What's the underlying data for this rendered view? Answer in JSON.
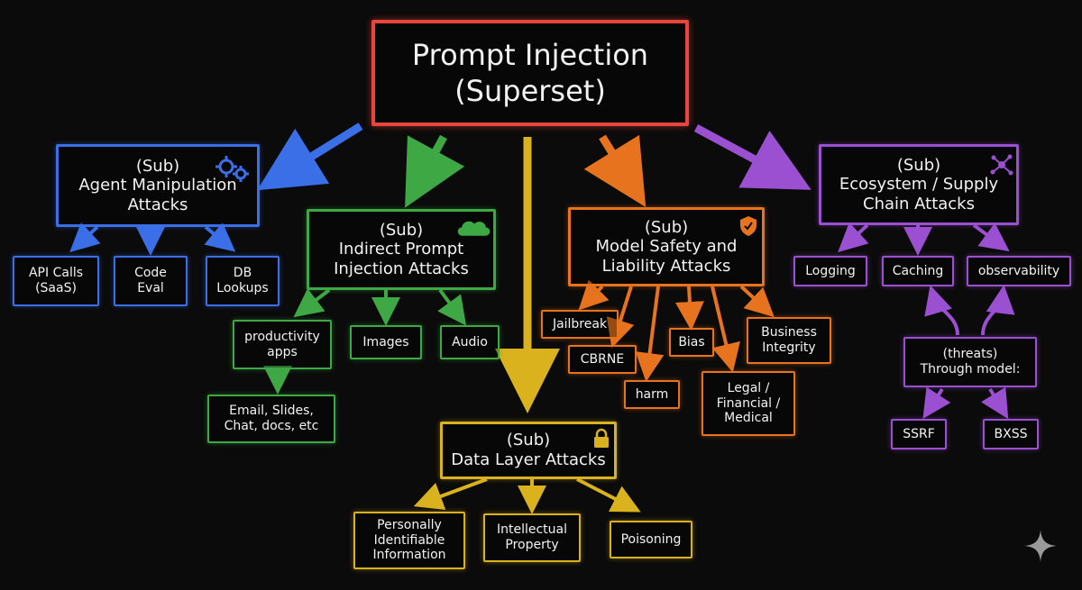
{
  "root": {
    "title_line1": "Prompt Injection",
    "title_line2": "(Superset)"
  },
  "agent": {
    "line1": "(Sub)",
    "line2": "Agent Manipulation",
    "line3": "Attacks",
    "children": [
      {
        "line1": "API Calls",
        "line2": "(SaaS)"
      },
      {
        "line1": "Code",
        "line2": "Eval"
      },
      {
        "line1": "DB",
        "line2": "Lookups"
      }
    ]
  },
  "indirect": {
    "line1": "(Sub)",
    "line2": "Indirect Prompt",
    "line3": "Injection Attacks",
    "productivity": {
      "line1": "productivity",
      "line2": "apps"
    },
    "images": "Images",
    "audio": "Audio",
    "email": {
      "line1": "Email, Slides,",
      "line2": "Chat, docs, etc"
    }
  },
  "data_layer": {
    "line1": "(Sub)",
    "line2": "Data Layer Attacks",
    "pii": {
      "line1": "Personally",
      "line2": "Identifiable",
      "line3": "Information"
    },
    "ip": {
      "line1": "Intellectual",
      "line2": "Property"
    },
    "poisoning": "Poisoning"
  },
  "model_safety": {
    "line1": "(Sub)",
    "line2": "Model Safety and",
    "line3": "Liability Attacks",
    "jailbreak": "Jailbreak",
    "cbrne": "CBRNE",
    "harm": "harm",
    "bias": "Bias",
    "legal": {
      "line1": "Legal /",
      "line2": "Financial /",
      "line3": "Medical"
    },
    "business": {
      "line1": "Business",
      "line2": "Integrity"
    }
  },
  "ecosystem": {
    "line1": "(Sub)",
    "line2": "Ecosystem / Supply",
    "line3": "Chain Attacks",
    "logging": "Logging",
    "caching": "Caching",
    "observability": "observability",
    "threats": {
      "line1": "(threats)",
      "line2": "Through model:"
    },
    "ssrf": "SSRF",
    "bxss": "BXSS"
  },
  "colors": {
    "root": "#e8453c",
    "agent": "#3a6fe8",
    "indirect": "#3ea845",
    "data_layer": "#d9b21e",
    "model_safety": "#e7731e",
    "ecosystem": "#9b4fd1"
  },
  "icons": [
    "gears-icon",
    "cloud-icon",
    "lock-icon",
    "shield-icon",
    "network-icon",
    "sparkle-icon"
  ]
}
